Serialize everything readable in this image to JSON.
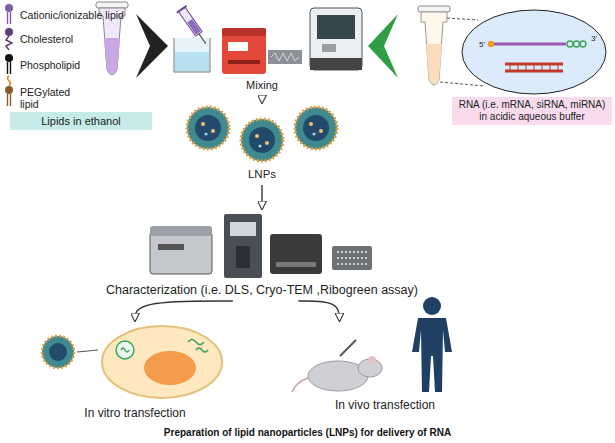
{
  "diagram": {
    "caption": "Preparation of lipid nanoparticles (LNPs) for delivery of RNA",
    "nodes": [
      {
        "text": [
          "Lipids in ethanol"
        ]
      },
      {
        "text": [
          "RNA (i.e. mRNA, siRNA, miRNA) in acidic aqueous buffer"
        ]
      },
      {
        "text": [
          "Mixing"
        ]
      },
      {
        "text": [
          "LNPs"
        ]
      },
      {
        "text": [
          "Characterization (i.e. DLS, Cryo-TEM ,Ribogreen assay)"
        ]
      },
      {
        "text": [
          "In vitro transfection"
        ]
      },
      {
        "text": [
          "In vivo transfection"
        ]
      }
    ],
    "edges": [
      {
        "from": 2,
        "to": 3,
        "arrow": "to"
      },
      {
        "from": 3,
        "to": 4,
        "arrow": "to"
      },
      {
        "from": 4,
        "to": 5,
        "arrow": "to"
      },
      {
        "from": 4,
        "to": 6,
        "arrow": "to"
      }
    ],
    "labels": [
      "5'",
      "3'"
    ],
    "legend": [
      {
        "text": "Cationic/ionizable lipid"
      },
      {
        "text": "Cholesterol"
      },
      {
        "text": "Phospholipid"
      },
      {
        "text": "PEGylated lipid"
      }
    ]
  }
}
